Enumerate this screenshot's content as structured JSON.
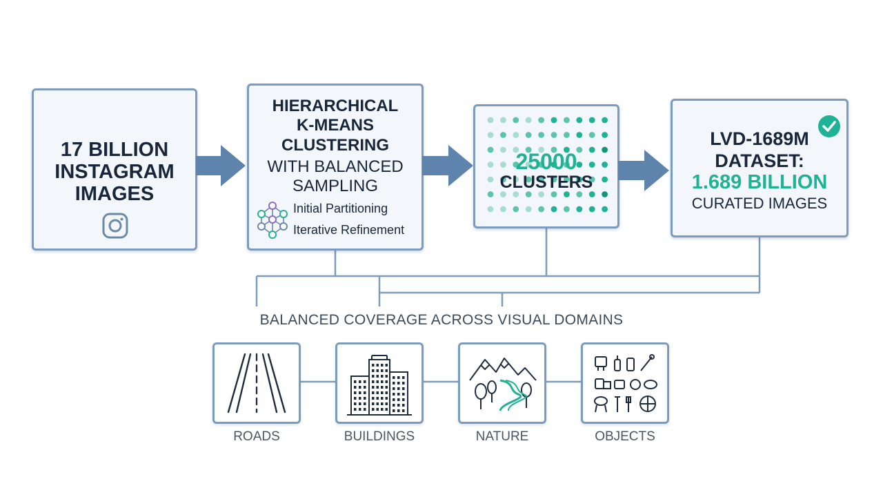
{
  "pipeline": {
    "source": {
      "lines": [
        "17 BILLION",
        "INSTAGRAM",
        "IMAGES"
      ],
      "icon": "instagram-icon"
    },
    "clustering": {
      "lines": [
        "HIERARCHICAL",
        "K-MEANS",
        "CLUSTERING"
      ],
      "lines2": [
        "WITH BALANCED",
        "SAMPLING"
      ],
      "steps": [
        "Initial Partitioning",
        "Iterative Refinement"
      ],
      "icon": "network-icon"
    },
    "clusters": {
      "count": "25000",
      "label": "CLUSTERS"
    },
    "dataset": {
      "lines": [
        "LVD-1689M",
        "DATASET:"
      ],
      "highlight": "1.689 BILLION",
      "sub": "CURATED IMAGES",
      "icon": "check-circle-icon"
    }
  },
  "coverage": {
    "title": "BALANCED COVERAGE ACROSS VISUAL DOMAINS",
    "domains": [
      {
        "label": "ROADS",
        "icon": "road-icon"
      },
      {
        "label": "BUILDINGS",
        "icon": "buildings-icon"
      },
      {
        "label": "NATURE",
        "icon": "mountains-icon"
      },
      {
        "label": "OBJECTS",
        "icon": "objects-icon"
      }
    ]
  },
  "colors": {
    "border": "#7b9cbd",
    "arrow": "#5e84ad",
    "teal": "#1fb294",
    "text": "#17263a"
  }
}
